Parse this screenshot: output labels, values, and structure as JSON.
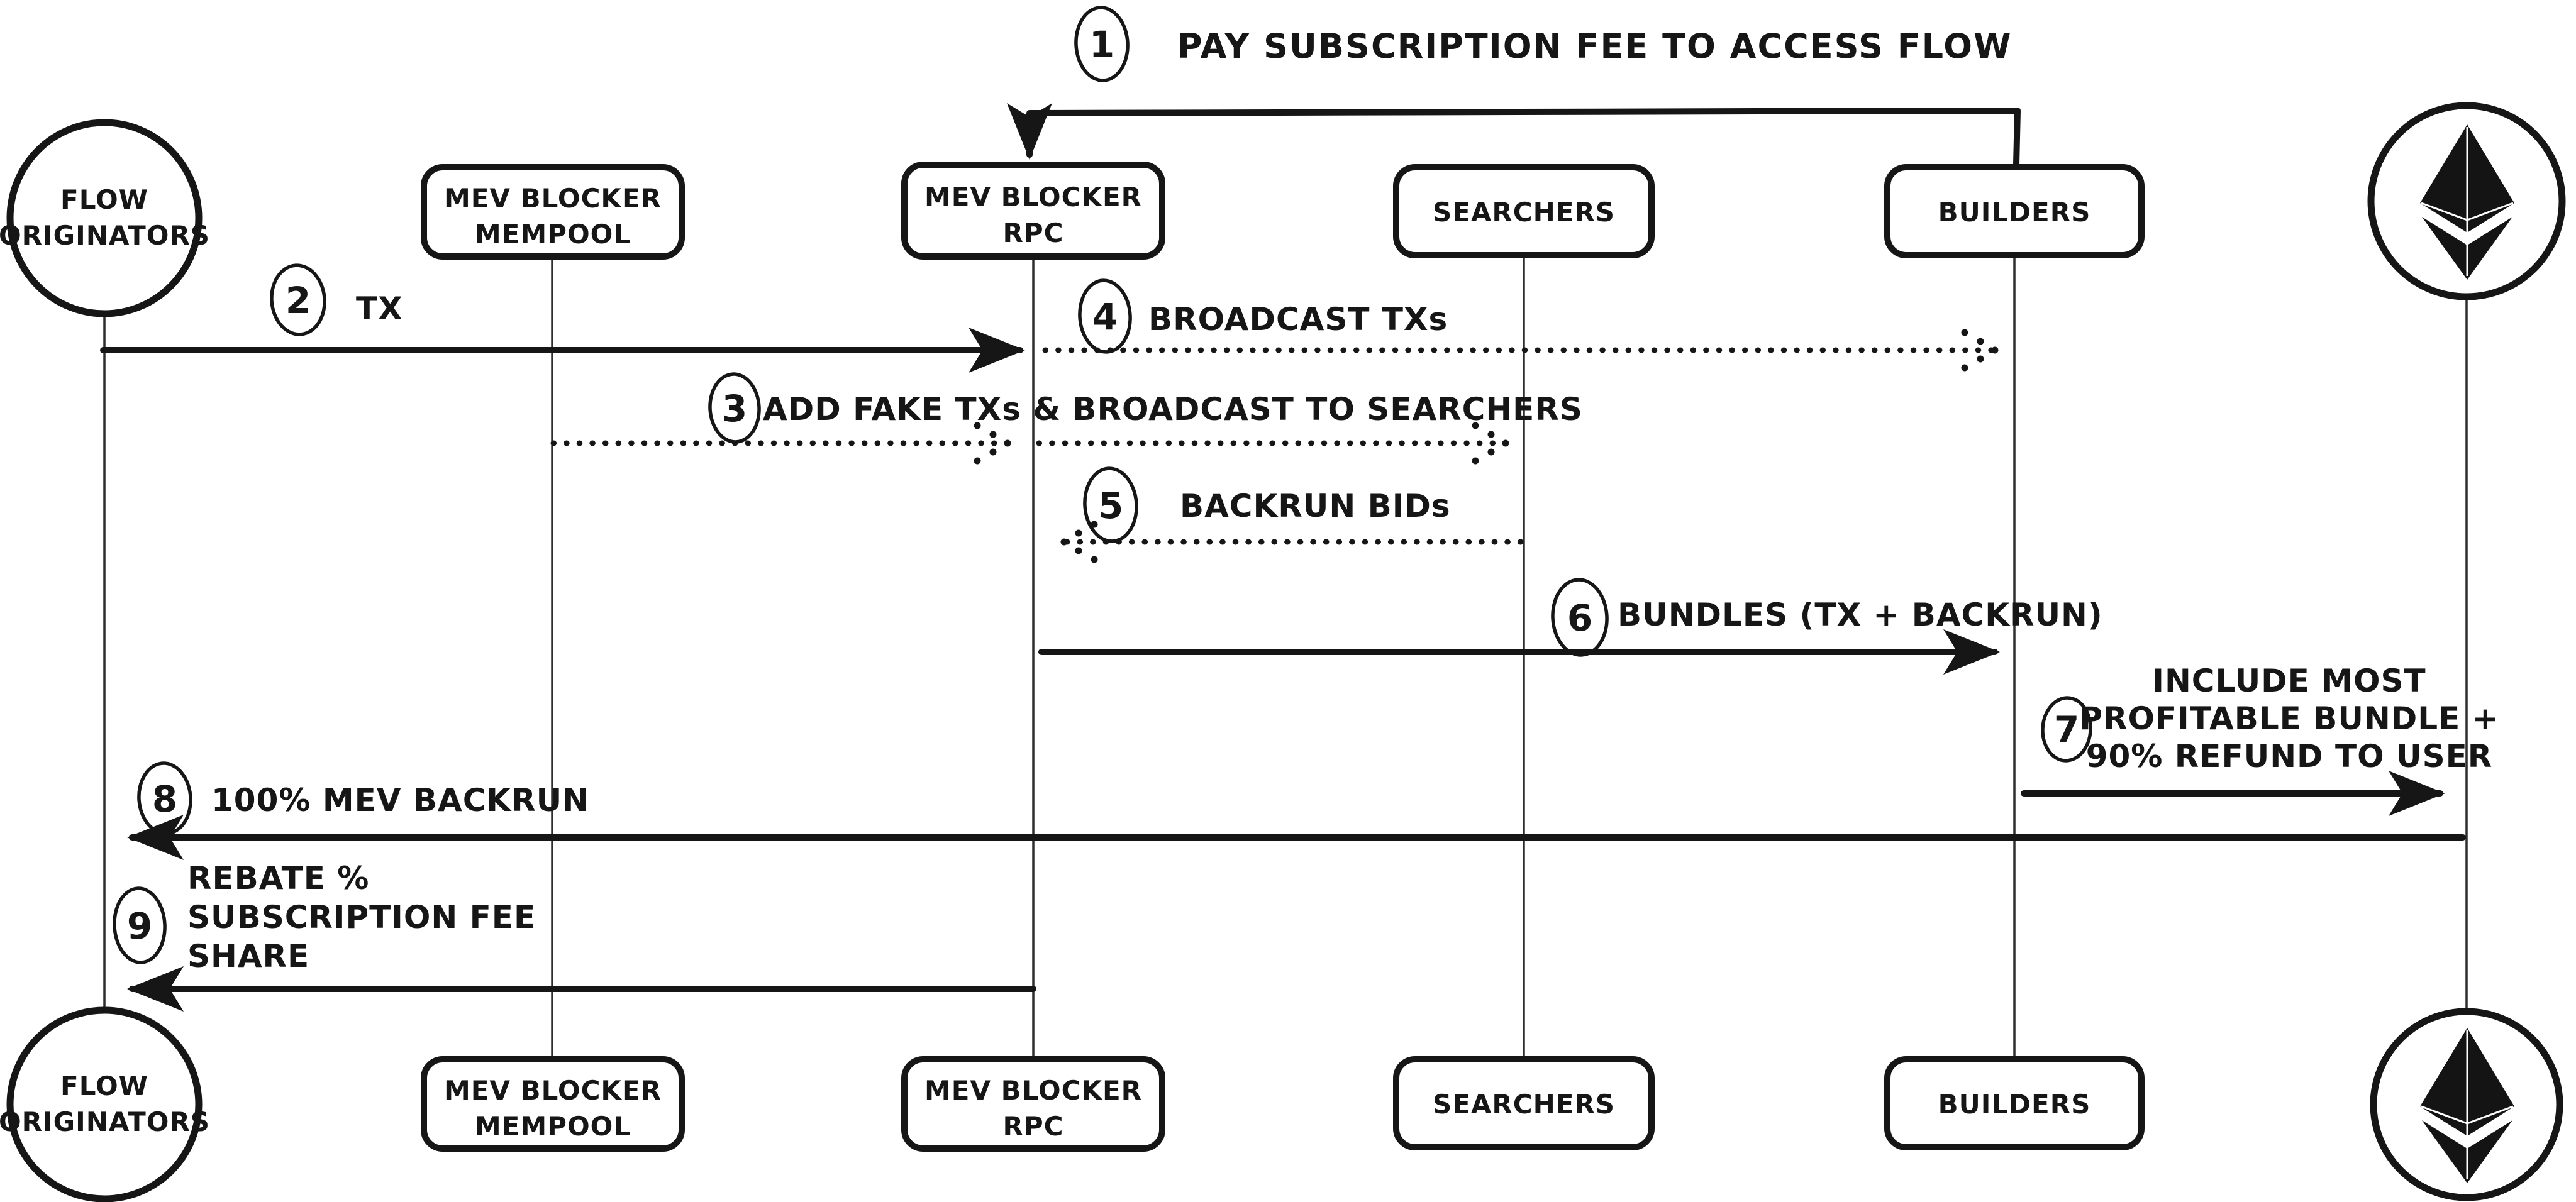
{
  "diagram": {
    "background": "#ffffff",
    "ink": "#161616",
    "steps": {
      "s1": {
        "num": "1",
        "label": "PAY SUBSCRIPTION FEE TO ACCESS FLOW"
      },
      "s2": {
        "num": "2",
        "label": "TX"
      },
      "s3": {
        "num": "3",
        "label": "ADD FAKE TXs & BROADCAST TO SEARCHERS"
      },
      "s4": {
        "num": "4",
        "label": "BROADCAST TXs"
      },
      "s5": {
        "num": "5",
        "label": "BACKRUN BIDs"
      },
      "s6": {
        "num": "6",
        "label": "BUNDLES (TX + BACKRUN)"
      },
      "s7": {
        "num": "7",
        "line1": "INCLUDE MOST",
        "line2": "PROFITABLE BUNDLE +",
        "line3": "90% REFUND TO USER"
      },
      "s8": {
        "num": "8",
        "label": "100% MEV BACKRUN"
      },
      "s9": {
        "num": "9",
        "line1": "REBATE %",
        "line2": "SUBSCRIPTION FEE",
        "line3": "SHARE"
      }
    },
    "actors": {
      "flow_originators": {
        "line1": "FLOW",
        "line2": "ORIGINATORS"
      },
      "mev_blocker_mempool": {
        "line1": "MEV BLOCKER",
        "line2": "MEMPOOL"
      },
      "mev_blocker_rpc": {
        "line1": "MEV BLOCKER",
        "line2": "RPC"
      },
      "searchers": {
        "label": "SEARCHERS"
      },
      "builders": {
        "label": "BUILDERS"
      },
      "ethereum": {
        "icon": "ethereum-icon"
      }
    }
  }
}
